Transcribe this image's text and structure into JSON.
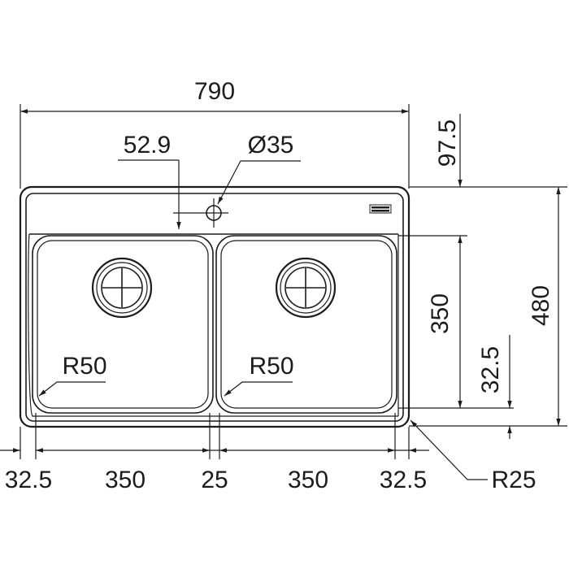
{
  "dimensions": {
    "overall_width": "790",
    "tap_offset": "52.9",
    "tap_hole": "Ø35",
    "top_margin": "97.5",
    "bowl_depth": "350",
    "overall_depth": "480",
    "bottom_margin": "32.5",
    "left_margin": "32.5",
    "left_bowl_width": "350",
    "divider": "25",
    "right_bowl_width": "350",
    "right_margin": "32.5",
    "left_bowl_radius": "R50",
    "right_bowl_radius": "R50",
    "outer_radius": "R25"
  }
}
